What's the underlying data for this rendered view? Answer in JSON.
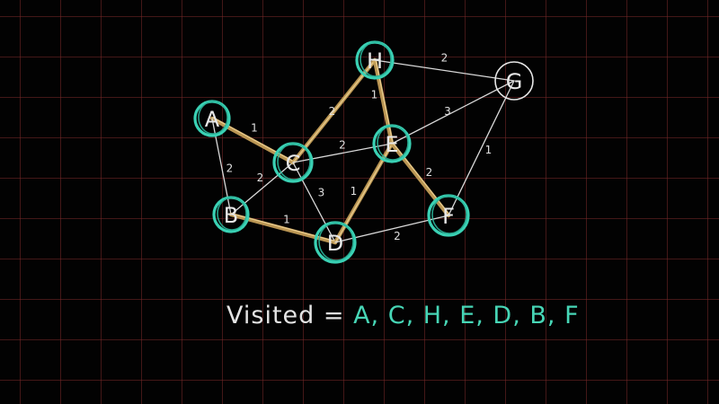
{
  "colors": {
    "background": "#020202",
    "grid": "#782828",
    "visited_node": "#3ad1b4",
    "tree_edge": "#c9a25a",
    "plain_edge": "#d9d9d9",
    "visited_text": "#47d6b6",
    "text": "#e4e4e4"
  },
  "graph": {
    "nodes": [
      {
        "id": "A",
        "label": "A",
        "visited": true
      },
      {
        "id": "B",
        "label": "B",
        "visited": true
      },
      {
        "id": "C",
        "label": "C",
        "visited": true
      },
      {
        "id": "D",
        "label": "D",
        "visited": true
      },
      {
        "id": "E",
        "label": "E",
        "visited": true
      },
      {
        "id": "F",
        "label": "F",
        "visited": true
      },
      {
        "id": "G",
        "label": "G",
        "visited": false
      },
      {
        "id": "H",
        "label": "H",
        "visited": true
      }
    ],
    "edges": [
      {
        "from": "A",
        "to": "C",
        "weight": "1",
        "tree": true
      },
      {
        "from": "A",
        "to": "B",
        "weight": "2",
        "tree": false
      },
      {
        "from": "B",
        "to": "C",
        "weight": "2",
        "tree": false
      },
      {
        "from": "B",
        "to": "D",
        "weight": "1",
        "tree": true
      },
      {
        "from": "C",
        "to": "H",
        "weight": "2",
        "tree": true
      },
      {
        "from": "C",
        "to": "E",
        "weight": "2",
        "tree": false
      },
      {
        "from": "C",
        "to": "D",
        "weight": "3",
        "tree": false
      },
      {
        "from": "H",
        "to": "E",
        "weight": "1",
        "tree": true
      },
      {
        "from": "H",
        "to": "G",
        "weight": "2",
        "tree": false
      },
      {
        "from": "E",
        "to": "G",
        "weight": "3",
        "tree": false
      },
      {
        "from": "E",
        "to": "D",
        "weight": "1",
        "tree": true
      },
      {
        "from": "E",
        "to": "F",
        "weight": "2",
        "tree": true
      },
      {
        "from": "D",
        "to": "F",
        "weight": "2",
        "tree": false
      },
      {
        "from": "F",
        "to": "G",
        "weight": "1",
        "tree": false
      }
    ]
  },
  "visited": {
    "prefix": "Visited = ",
    "list": "A, C, H, E, D, B, F"
  }
}
